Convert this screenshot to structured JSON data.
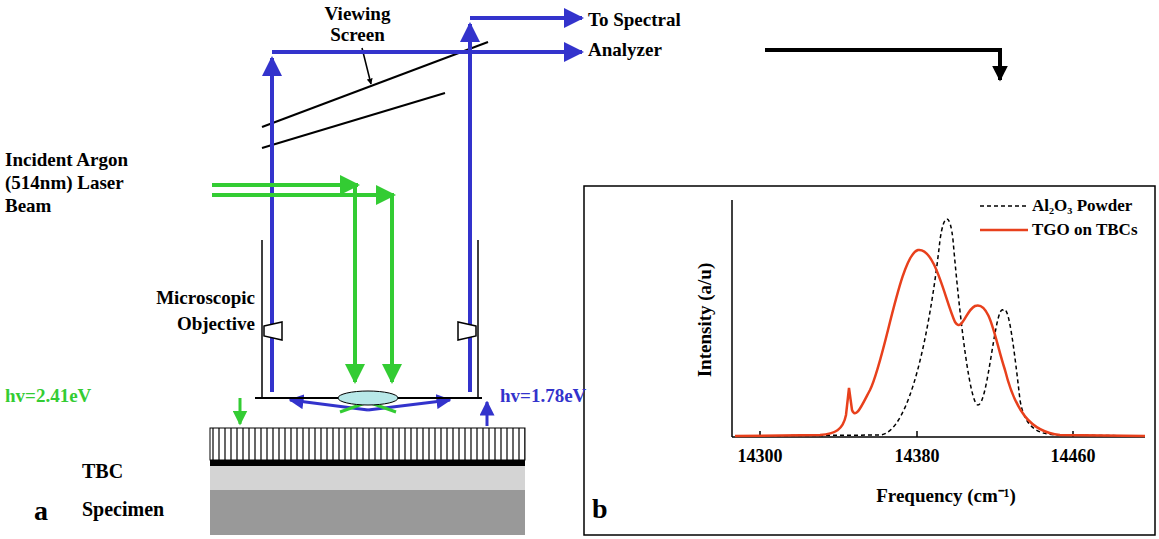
{
  "diagram": {
    "labels": [
      "Viewing Screen",
      "To Spectral Analyzer",
      "Incident Argon (514nm) Laser Beam",
      "Microscopic Objective",
      "hv=2.41eV",
      "hv=1.78eV",
      "TBC Specimen",
      "a",
      "b",
      "Intensity (a/u)",
      "Frequency (cm⁻¹)",
      "14300",
      "14380",
      "14460"
    ],
    "legend": [
      {
        "text": "Al₂O₃ Powder"
      },
      {
        "text": "TGO on TBCs"
      }
    ]
  }
}
